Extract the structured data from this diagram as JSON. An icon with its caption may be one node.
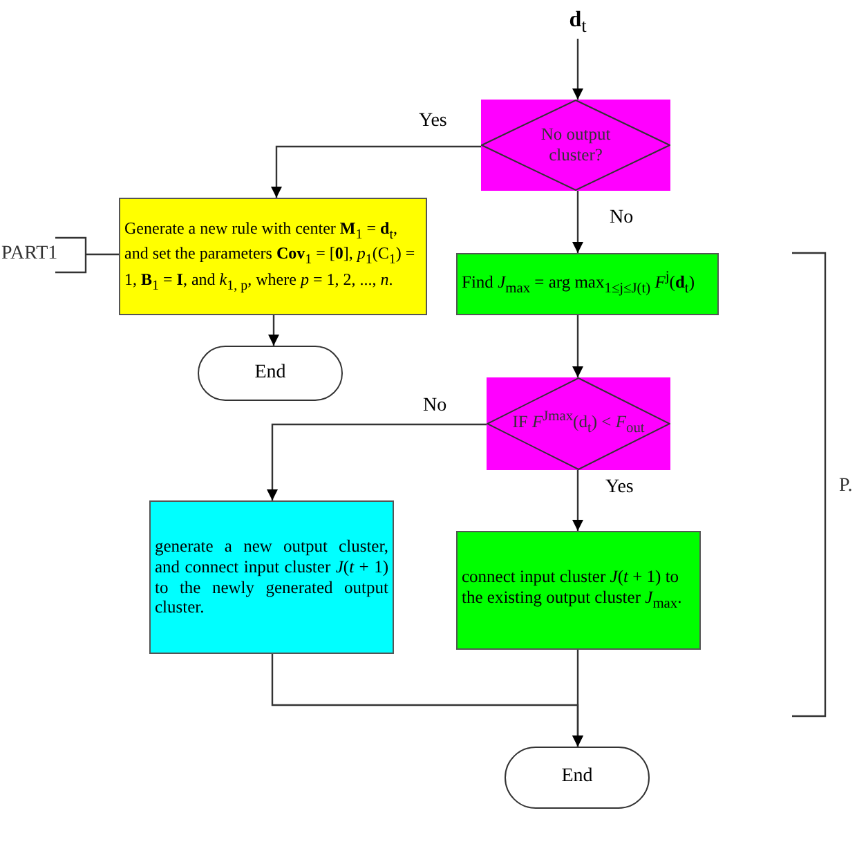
{
  "diagram": {
    "nodes": [
      {
        "text": [
          "**d**$_{t}$"
        ]
      },
      {
        "text": [
          "No output cluster?"
        ]
      },
      {
        "text": [
          "Generate a new rule with center **M**$_{1}$ = **d**$_{t}$, and set the parameters **Cov**$_{1}$ = [**0**], *p*$_{1}$(C$_{1}$) = 1, **B**$_{1}$ = **I**, and *k*$_{1, p}$, where *p* = 1, 2, ..., *n*."
        ]
      },
      {
        "text": [
          "End"
        ]
      },
      {
        "text": [
          "Find *J*$_{max}$ = arg max$_{1≤j≤J(t)}$ *F*$^{j}$(**d**$_{t}$)"
        ]
      },
      {
        "text": [
          "IF *F*$^{Jmax}$(d$_{t}$) < *F*$_{out}$"
        ]
      },
      {
        "text": [
          "generate a new output cluster, and connect input cluster *J*(*t* + 1) to the newly generated output cluster."
        ]
      },
      {
        "text": [
          "connect input cluster *J*(*t* + 1) to the existing output cluster *J*$_{max}$."
        ]
      },
      {
        "text": [
          "End"
        ]
      }
    ],
    "edges": [
      {
        "from": 0,
        "to": 1,
        "arrow": "to"
      },
      {
        "from": 1,
        "to": 2,
        "arrow": "to",
        "label": "Yes"
      },
      {
        "from": 1,
        "to": 4,
        "arrow": "to",
        "label": "No"
      },
      {
        "from": 2,
        "to": 3,
        "arrow": "to"
      },
      {
        "from": 4,
        "to": 5,
        "arrow": "to"
      },
      {
        "from": 5,
        "to": 6,
        "arrow": "to",
        "label": "No"
      },
      {
        "from": 5,
        "to": 7,
        "arrow": "to",
        "label": "Yes"
      },
      {
        "from": 6,
        "to": 8,
        "arrow": "to"
      },
      {
        "from": 7,
        "to": 8,
        "arrow": "to"
      }
    ],
    "labels": [
      "PART1",
      "P."
    ]
  }
}
